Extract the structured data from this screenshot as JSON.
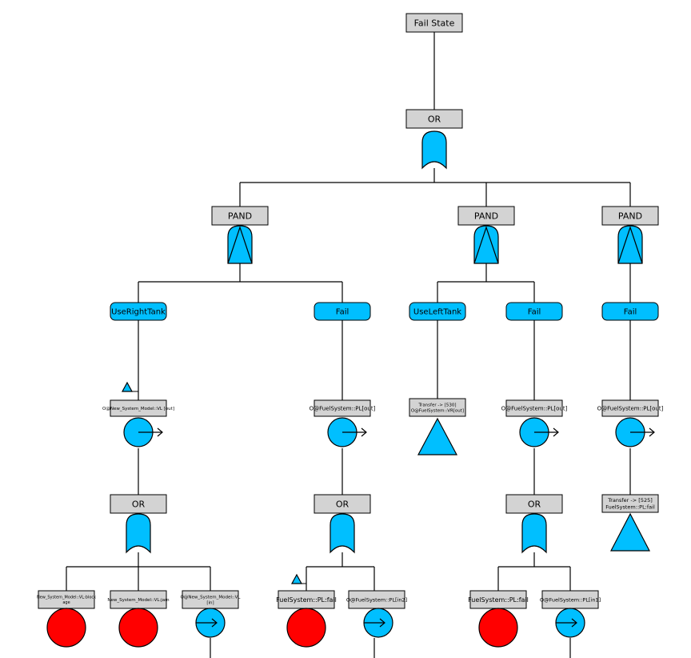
{
  "title": "Fail State",
  "colors": {
    "gate": "#00BFFF",
    "basic_event": "#FF0000",
    "box": "#D3D3D3",
    "line": "#000000"
  },
  "gates": {
    "root_or": "OR",
    "pand_left": "PAND",
    "pand_mid": "PAND",
    "pand_right": "PAND",
    "or_a": "OR",
    "or_b": "OR",
    "or_c": "OR"
  },
  "events": {
    "use_right_tank": "UseRightTank",
    "fail_1": "Fail",
    "use_left_tank": "UseLeftTank",
    "fail_2": "Fail",
    "fail_3": "Fail"
  },
  "outputs": {
    "vl_out": "O@New_System_Model::VL [out]",
    "pl_out_1": "O@FuelSystem::PL[out]",
    "pl_out_2": "O@FuelSystem::PL[out]",
    "pl_out_3": "O@FuelSystem::PL[out]"
  },
  "transfers": {
    "t530_line1": "Transfer -> [530]",
    "t530_line2": "O@FuelSystem::VR[out]",
    "t525_line1": "Transfer -> [525]",
    "t525_line2": "FuelSystem::PL:fail"
  },
  "leaves": {
    "vl_blockage_line1": "New_System_Model::VL:block",
    "vl_blockage_line2": "age",
    "vl_jam": "New_System_Model::VL:jam",
    "vl_in_line1": "O@New_System_Model::VL",
    "vl_in_line2": "[in]",
    "pl_fail_1": "FuelSystem::PL:fail",
    "pl_in2": "O@FuelSystem::PL[in2]",
    "pl_fail_2": "FuelSystem::PL:fail",
    "pl_in1": "O@FuelSystem::PL[in1]"
  }
}
